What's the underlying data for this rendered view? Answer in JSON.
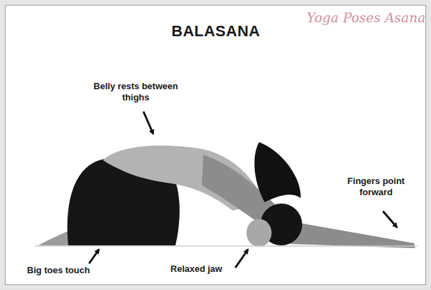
{
  "diagram": {
    "title": "BALASANA",
    "labels": [
      "Belly rests between thighs",
      "Fingers point forward",
      "Big toes touch",
      "Relaxed jaw",
      "Yoga Poses Asana"
    ]
  }
}
